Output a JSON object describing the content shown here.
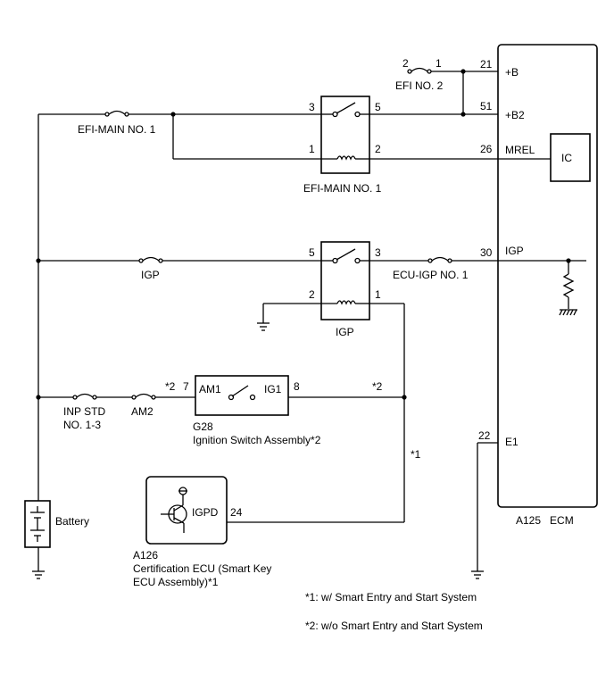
{
  "ecm": {
    "pins": {
      "b_num": "21",
      "b_label": "+B",
      "b2_num": "51",
      "b2_label": "+B2",
      "mrel_num": "26",
      "mrel_label": "MREL",
      "igp_num": "30",
      "igp_label": "IGP",
      "e1_num": "22",
      "e1_label": "E1"
    },
    "ic_label": "IC",
    "name": "A125   ECM"
  },
  "efi_no2": {
    "pin_left": "2",
    "pin_right": "1",
    "label": "EFI NO. 2"
  },
  "efi_main_fuse": {
    "label": "EFI-MAIN NO. 1"
  },
  "efi_main_relay": {
    "pin3": "3",
    "pin5": "5",
    "pin1": "1",
    "pin2": "2",
    "label": "EFI-MAIN NO. 1"
  },
  "igp_fuse": {
    "label": "IGP"
  },
  "igp_relay": {
    "pin5": "5",
    "pin3": "3",
    "pin2": "2",
    "pin1": "1",
    "label": "IGP"
  },
  "ecu_igp_fuse": {
    "label": "ECU-IGP NO. 1"
  },
  "inp_std_fuse": {
    "label_line1": "INP STD",
    "label_line2": "NO. 1-3"
  },
  "am2_fuse": {
    "label": "AM2"
  },
  "ignition_switch": {
    "note_left": "*2",
    "pin_left": "7",
    "am1": "AM1",
    "ig1": "IG1",
    "pin_right": "8",
    "code": "G28",
    "name": "Ignition Switch Assembly*2"
  },
  "wire_notes": {
    "star2": "*2",
    "star1": "*1"
  },
  "battery": {
    "label": "Battery"
  },
  "cert_ecu": {
    "pin_label": "IGPD",
    "pin_num": "24",
    "code": "A126",
    "name_line1": "Certification ECU (Smart Key",
    "name_line2": "ECU Assembly)*1"
  },
  "footnotes": {
    "note1": "*1: w/ Smart Entry and Start System",
    "note2": "*2: w/o Smart Entry and Start System"
  }
}
